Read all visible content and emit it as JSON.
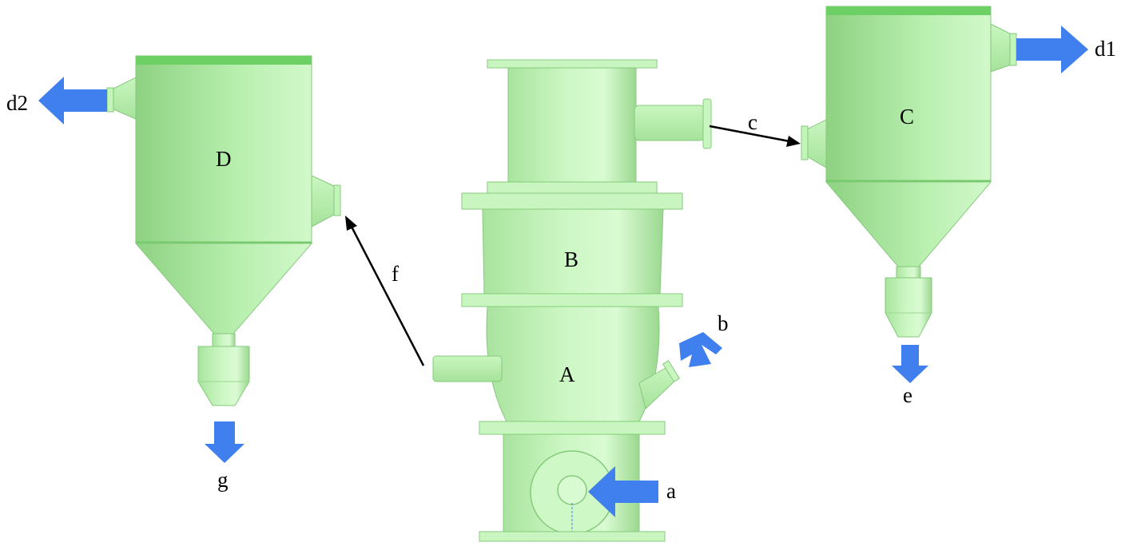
{
  "labels": {
    "A": "A",
    "B": "B",
    "C": "C",
    "D": "D",
    "a": "a",
    "b": "b",
    "c": "c",
    "d1": "d1",
    "d2": "d2",
    "e": "e",
    "f": "f",
    "g": "g"
  },
  "colors": {
    "body": "#b9f0b0",
    "body_light": "#d9fbd2",
    "body_dark": "#8ed282",
    "rim": "#6dd065",
    "edge": "#7bbf73",
    "flow_arrow": "#3f7fee",
    "line_arrow": "#000000"
  }
}
